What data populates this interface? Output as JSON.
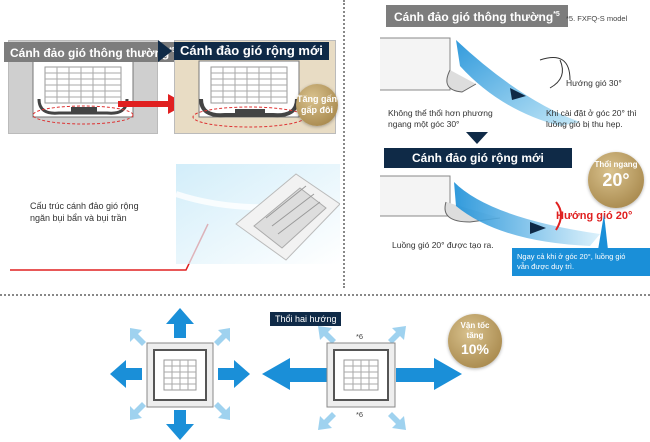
{
  "top_left": {
    "header_normal": "Cánh đảo gió thông thường",
    "header_normal_sup": "*5",
    "header_wide": "Cánh đảo gió rộng mới",
    "double_label_line1": "Tăng gấn",
    "double_label_line2": "gấp đôi",
    "dust_text_line1": "Cấu trúc cánh đảo gió rộng",
    "dust_text_line2": "ngăn bụi bẩn và bụi trần"
  },
  "top_right": {
    "header_normal": "Cánh đảo gió thông thường",
    "header_normal_sup": "*5",
    "model_note": "*5. FXFQ-S model",
    "airflow_30": "Hướng gió 30°",
    "cannot_line1": "Không thể thổi hơn phương",
    "cannot_line2": "ngang một  góc 30°",
    "narrow_line1": "Khi cài đặt ở góc 20° thì",
    "narrow_line2": "luồng gió bị thu hẹp.",
    "header_wide": "Cánh đảo gió rộng mới",
    "badge_horizontal_label": "Thổi ngang",
    "badge_horizontal_value": "20°",
    "airflow_20": "Hướng gió 20°",
    "created_text": "Luồng gió 20° được tạo ra.",
    "callout_line1": "Ngay cả khi ở góc 20°, luồng gió",
    "callout_line2": "vẫn được duy trì."
  },
  "bottom": {
    "two_way_label": "Thổi hai hướng",
    "note_top": "*6",
    "note_bottom": "*6",
    "speed_label_line1": "Vận tốc",
    "speed_label_line2": "tăng",
    "speed_value": "10%"
  },
  "colors": {
    "navy": "#0f2a47",
    "grey_header": "#7d7d7d",
    "accent_blue": "#1a8fd8",
    "red": "#e02020",
    "gold": "#b08d4a"
  }
}
